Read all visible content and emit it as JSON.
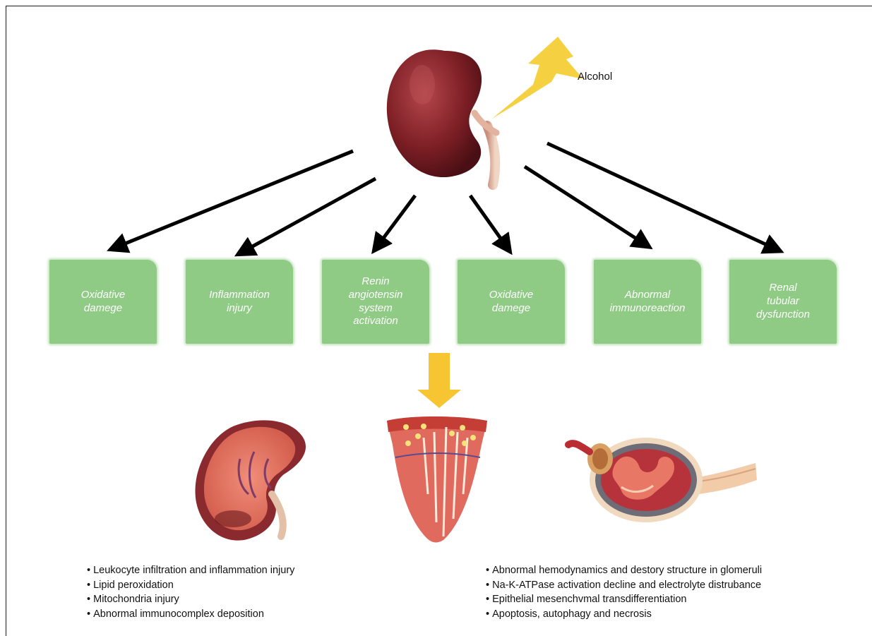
{
  "trigger": {
    "label": "Alcohol"
  },
  "mechanisms": [
    {
      "label": "Oxidative\ndamege"
    },
    {
      "label": "Inflammation\ninjury"
    },
    {
      "label": "Renin\nangiotensin\nsystem\nactivation"
    },
    {
      "label": "Oxidative\ndamege"
    },
    {
      "label": "Abnormal\nimmunoreaction"
    },
    {
      "label": "Renal\ntubular\ndysfunction"
    }
  ],
  "outcomes_left": [
    "Leukocyte infiltration and inflammation injury",
    "Lipid peroxidation",
    "Mitochondria injury",
    "Abnormal immunocomplex deposition"
  ],
  "outcomes_right": [
    "Abnormal hemodynamics and destory structure in glomeruli",
    "Na-K-ATPase activation decline and electrolyte distrubance",
    "Epithelial mesenchvmal transdifferentiation",
    "Apoptosis, autophagy and necrosis"
  ],
  "colors": {
    "box_fill": "#8fcb85",
    "bolt": "#f5d142",
    "down_arrow": "#f6c531",
    "kidney": "#7a1d22",
    "arrows": "#000000"
  },
  "icons": [
    "kidney-icon",
    "lightning-bolt-icon",
    "kidney-cross-section-icon",
    "renal-pyramid-icon",
    "nephron-glomerulus-icon"
  ]
}
